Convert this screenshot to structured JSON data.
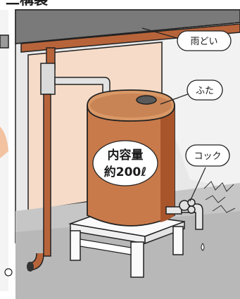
{
  "header_fragment": "二構製",
  "callouts": {
    "gutter": "雨どい",
    "lid": "ふた",
    "faucet": "コック"
  },
  "tank_label": {
    "line1": "内容量",
    "line2": "約200ℓ"
  },
  "colors": {
    "tank": "#c97a4a",
    "tank_shadow": "#a9552c",
    "wall": "#e6e6e6",
    "ground": "#c4c4c4",
    "stand": "#fafafa",
    "outline": "#222222",
    "lid": "#5a5a5a",
    "pipe": "#b8643a"
  }
}
